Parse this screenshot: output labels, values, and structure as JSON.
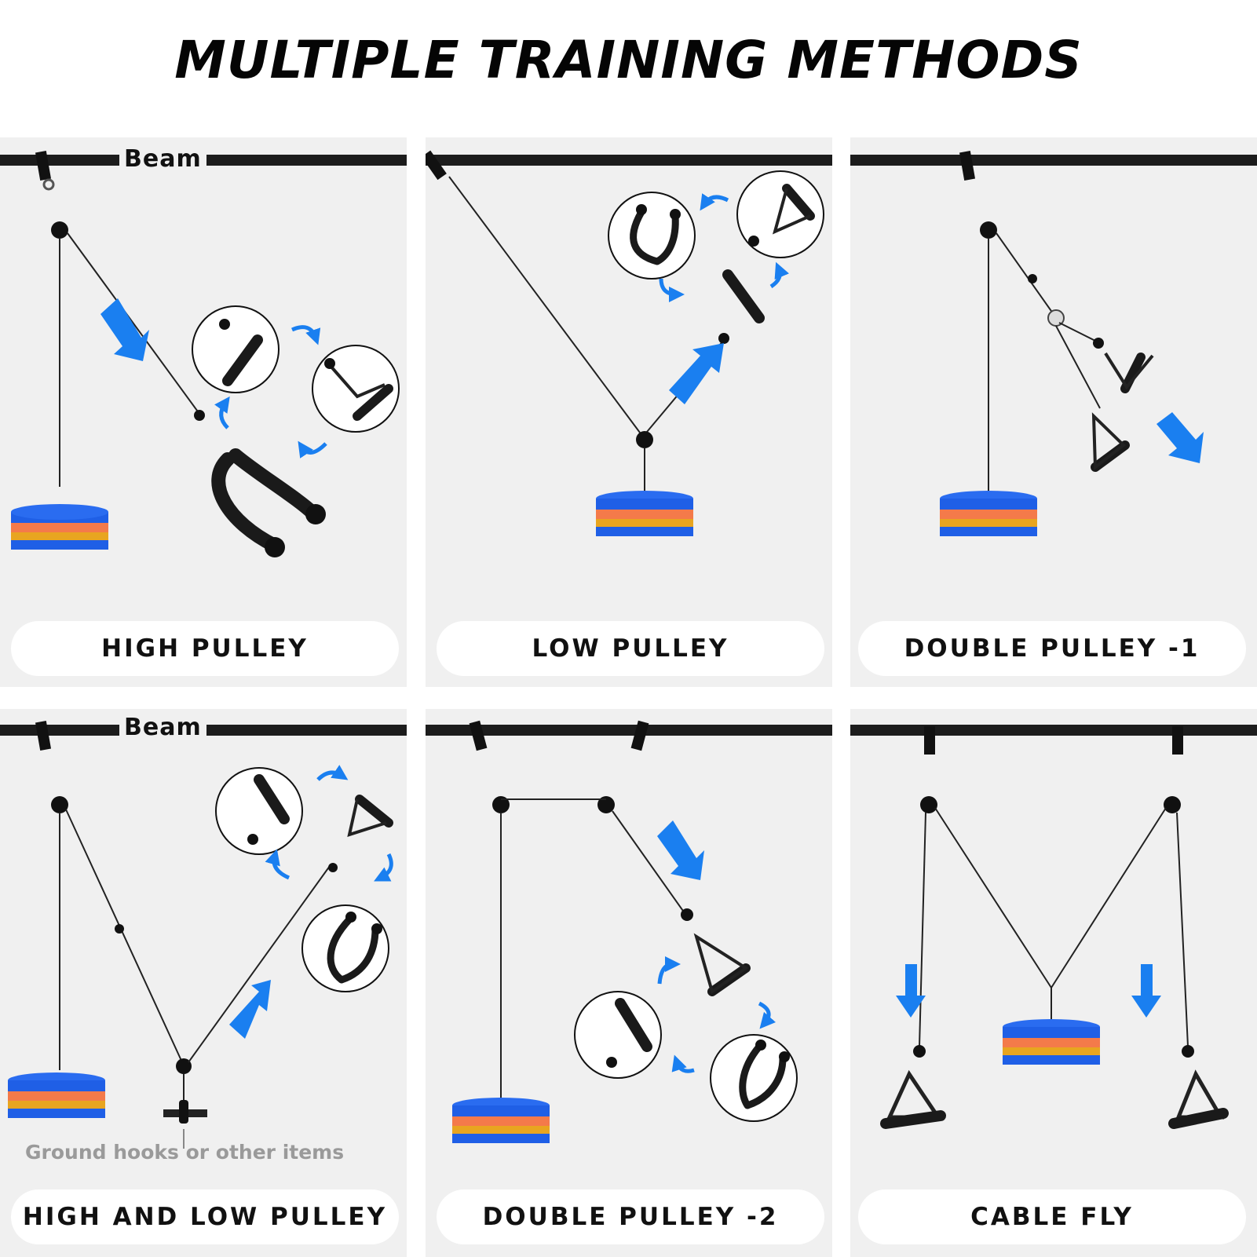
{
  "title": "MULTIPLE TRAINING METHODS",
  "panels": [
    {
      "label": "HIGH PULLEY",
      "beam_label": "Beam"
    },
    {
      "label": "LOW PULLEY"
    },
    {
      "label": "DOUBLE PULLEY -1"
    },
    {
      "label": "HIGH AND LOW PULLEY",
      "beam_label": "Beam",
      "note": "Ground hooks or other items"
    },
    {
      "label": "DOUBLE PULLEY -2"
    },
    {
      "label": "CABLE FLY"
    }
  ],
  "colors": {
    "arrow": "#1a7ff0",
    "beam": "#1c1c1c",
    "weight_blue": "#1f5fe6",
    "weight_orange": "#f47a4a",
    "weight_gold": "#e8a520",
    "panel_bg": "#f0f0f0"
  }
}
